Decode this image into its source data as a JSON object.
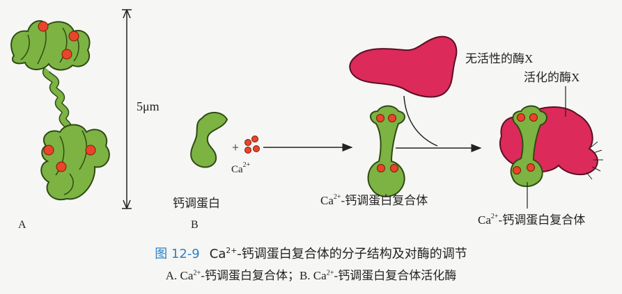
{
  "labels": {
    "panel_a": "A",
    "panel_b": "B",
    "scale": "5μm",
    "calmodulin": "钙调蛋白",
    "plus": "+",
    "ca_base": "Ca",
    "ca_charge": "2+",
    "complex_suffix": "-钙调蛋白复合体",
    "inactive_enzyme": "无活性的酶X",
    "active_enzyme": "活化的酶X"
  },
  "caption": {
    "figure_number": "图 12-9",
    "title_ca": "Ca",
    "title_charge": "2+",
    "title_text": "-钙调蛋白复合体的分子结构及对酶的调节",
    "sub_a_prefix": "A.  Ca",
    "sub_a_charge": "2+",
    "sub_a_text": "-钙调蛋白复合体；",
    "sub_b_prefix": "B.  Ca",
    "sub_b_charge": "2+",
    "sub_b_text": "-钙调蛋白复合体活化酶"
  },
  "colors": {
    "protein_green": "#7cb342",
    "protein_outline": "#2f4a14",
    "calcium_red": "#e8452a",
    "enzyme_red": "#dc2a5a",
    "enzyme_outline": "#5a0f22"
  }
}
